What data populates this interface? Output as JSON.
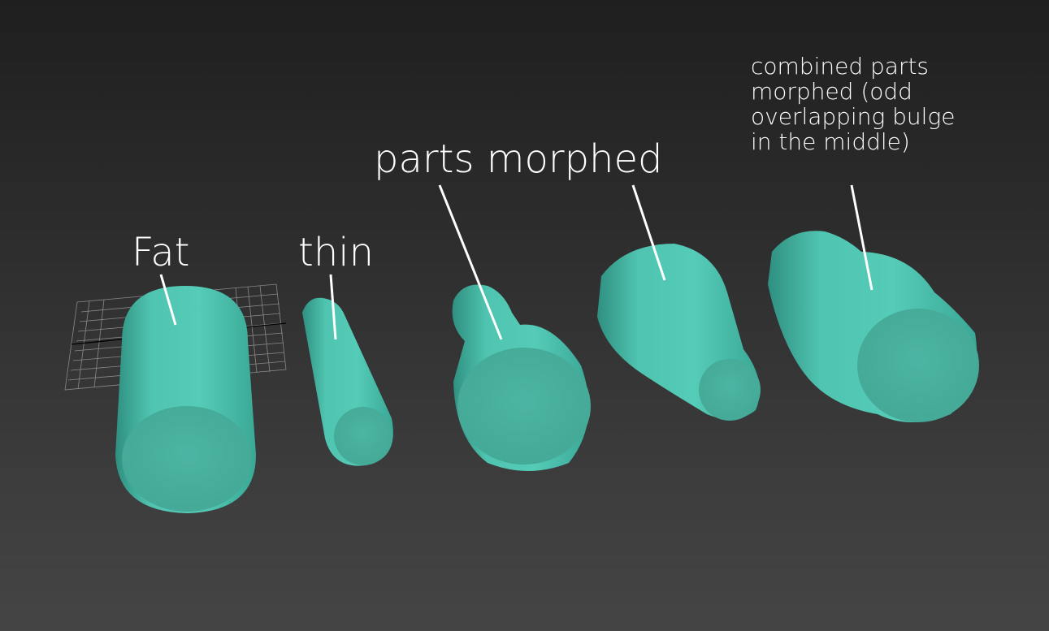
{
  "viewport": {
    "background_top": "#1f1f1f",
    "background_bottom": "#454545",
    "object_color": "#4fc4b0",
    "grid_color": "#8a8a8a"
  },
  "labels": [
    {
      "id": "fat",
      "text": "Fat"
    },
    {
      "id": "thin",
      "text": "thin"
    },
    {
      "id": "parts_morphed",
      "text": "parts morphed"
    },
    {
      "id": "combined",
      "text": "combined parts\nmorphed (odd\noverlapping bulge\nin the middle)"
    }
  ]
}
